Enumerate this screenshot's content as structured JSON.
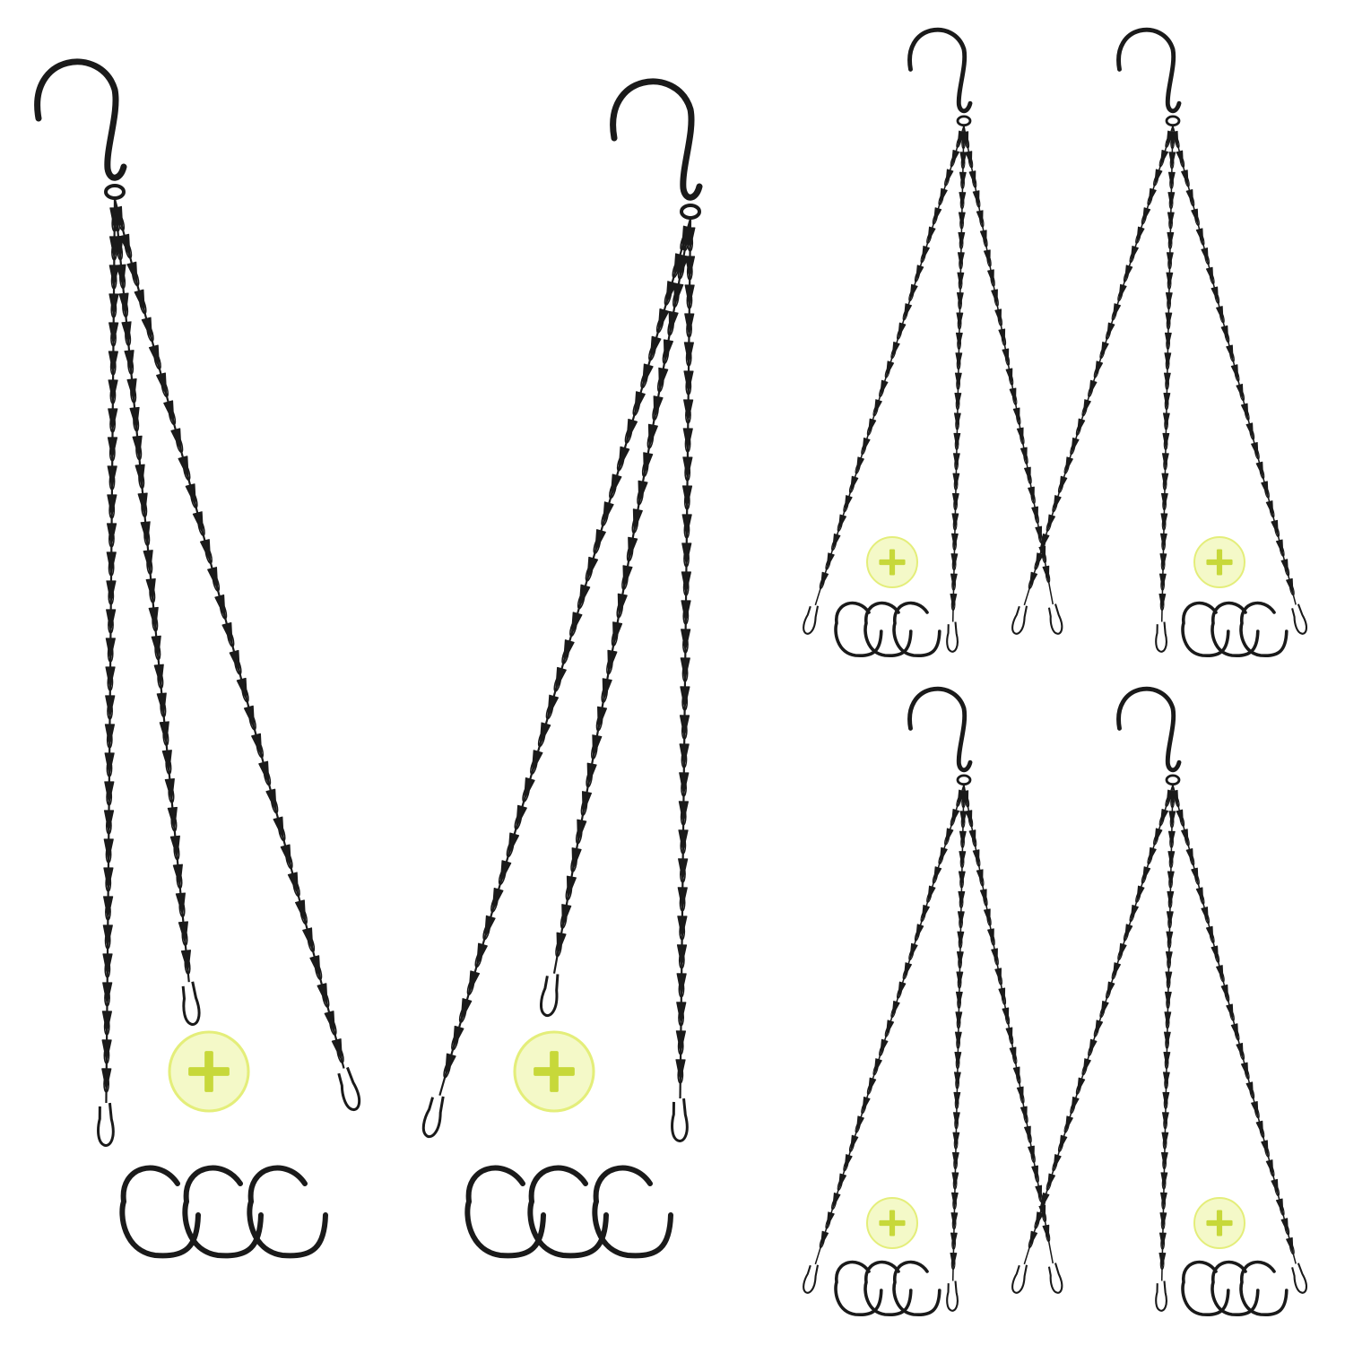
{
  "colors": {
    "background": "#ffffff",
    "metal": "#1a1a1a",
    "badge_fill": "#f4f9c8",
    "badge_ring": "#e4ee7a",
    "plus_mark": "#c7d83a"
  },
  "sets": [
    {
      "name": "hanger-set-large-1",
      "icon": "hanging-chain-icon",
      "chains": 3,
      "extra_hooks": 3,
      "badge_symbol": "plus"
    },
    {
      "name": "hanger-set-large-2",
      "icon": "hanging-chain-icon",
      "chains": 3,
      "extra_hooks": 3,
      "badge_symbol": "plus"
    },
    {
      "name": "hanger-set-small-1",
      "icon": "hanging-chain-icon",
      "chains": 3,
      "extra_hooks": 3,
      "badge_symbol": "plus"
    },
    {
      "name": "hanger-set-small-2",
      "icon": "hanging-chain-icon",
      "chains": 3,
      "extra_hooks": 3,
      "badge_symbol": "plus"
    },
    {
      "name": "hanger-set-small-3",
      "icon": "hanging-chain-icon",
      "chains": 3,
      "extra_hooks": 3,
      "badge_symbol": "plus"
    },
    {
      "name": "hanger-set-small-4",
      "icon": "hanging-chain-icon",
      "chains": 3,
      "extra_hooks": 3,
      "badge_symbol": "plus"
    }
  ]
}
